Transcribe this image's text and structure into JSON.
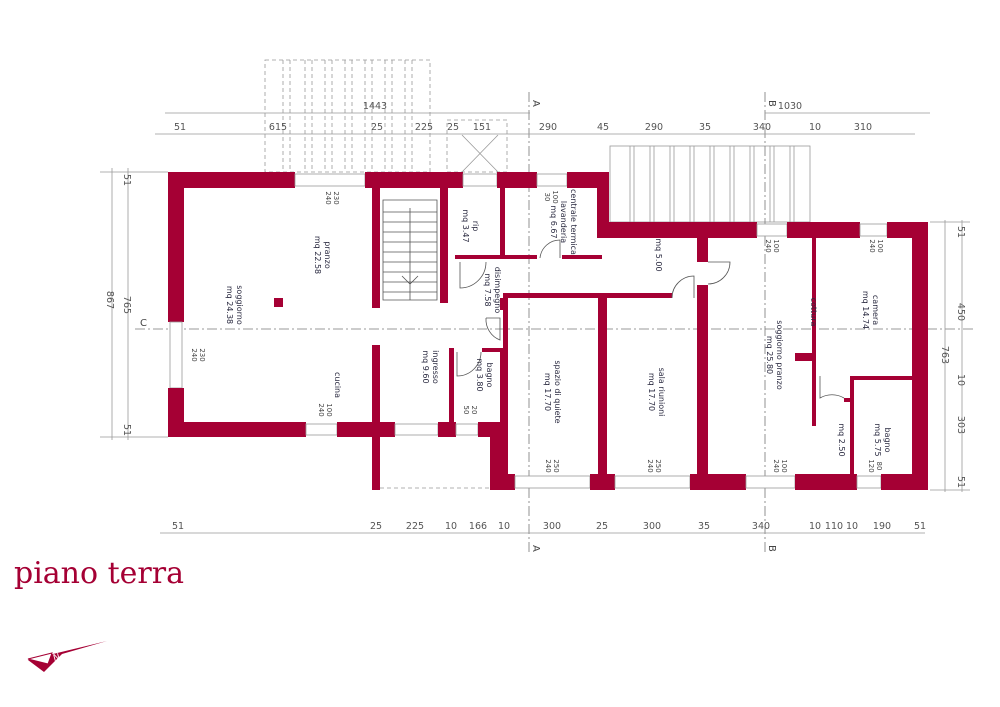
{
  "title": "piano terra",
  "colors": {
    "wall": "#a50034",
    "text": "#2a2a40",
    "dimension": "#555555"
  },
  "north_arrow": {
    "label": "N"
  },
  "section_markers": {
    "a": "A",
    "b": "B",
    "c": "C"
  },
  "dimensions": {
    "top_overall": [
      "1443",
      "1030"
    ],
    "top": [
      "51",
      "615",
      "25",
      "225",
      "25",
      "151",
      "290",
      "45",
      "290",
      "35",
      "340",
      "10",
      "310"
    ],
    "bottom": [
      "51",
      "25",
      "225",
      "10",
      "166",
      "10",
      "300",
      "25",
      "300",
      "35",
      "340",
      "10",
      "110",
      "10",
      "190",
      "51"
    ],
    "left": [
      "51",
      "765",
      "867",
      "51"
    ],
    "right": [
      "51",
      "450",
      "763",
      "10",
      "303",
      "51"
    ]
  },
  "rooms": [
    {
      "name": "pranzo",
      "area": "mq 22.58"
    },
    {
      "name": "soggiorno",
      "area": "mq 24.38"
    },
    {
      "name": "cucina",
      "area": ""
    },
    {
      "name": "ingresso",
      "area": "mq 9.60"
    },
    {
      "name": "rip",
      "area": "mq 3.47"
    },
    {
      "name": "centrale termica",
      "name2": "lavanderia",
      "area": "mq 6.67"
    },
    {
      "name": "disimpegno",
      "area": "mq 7.58"
    },
    {
      "name": "bagno",
      "area": "mq 3.80"
    },
    {
      "name": "",
      "area": "mq 5.00"
    },
    {
      "name": "spazio di quiete",
      "area": "mq 17.70"
    },
    {
      "name": "sala riunioni",
      "area": "mq 17.70"
    },
    {
      "name": "soggiorno pranzo",
      "area": "mq 25.80"
    },
    {
      "name": "cottura",
      "area": ""
    },
    {
      "name": "camera",
      "area": "mq 14.74"
    },
    {
      "name": "",
      "area": "mq 2.50"
    },
    {
      "name": "bagno",
      "area": "mq 5.75"
    }
  ],
  "windows": [
    {
      "w": "230",
      "h": "240"
    },
    {
      "w": "100",
      "h": "30"
    },
    {
      "w": "100",
      "h": "240"
    },
    {
      "w": "100",
      "h": "240"
    },
    {
      "w": "230",
      "h": "240"
    },
    {
      "w": "100",
      "h": "240"
    },
    {
      "w": "20",
      "h": "50"
    },
    {
      "w": "250",
      "h": "240"
    },
    {
      "w": "250",
      "h": "240"
    },
    {
      "w": "100",
      "h": "240"
    },
    {
      "w": "80",
      "h": "120"
    }
  ]
}
